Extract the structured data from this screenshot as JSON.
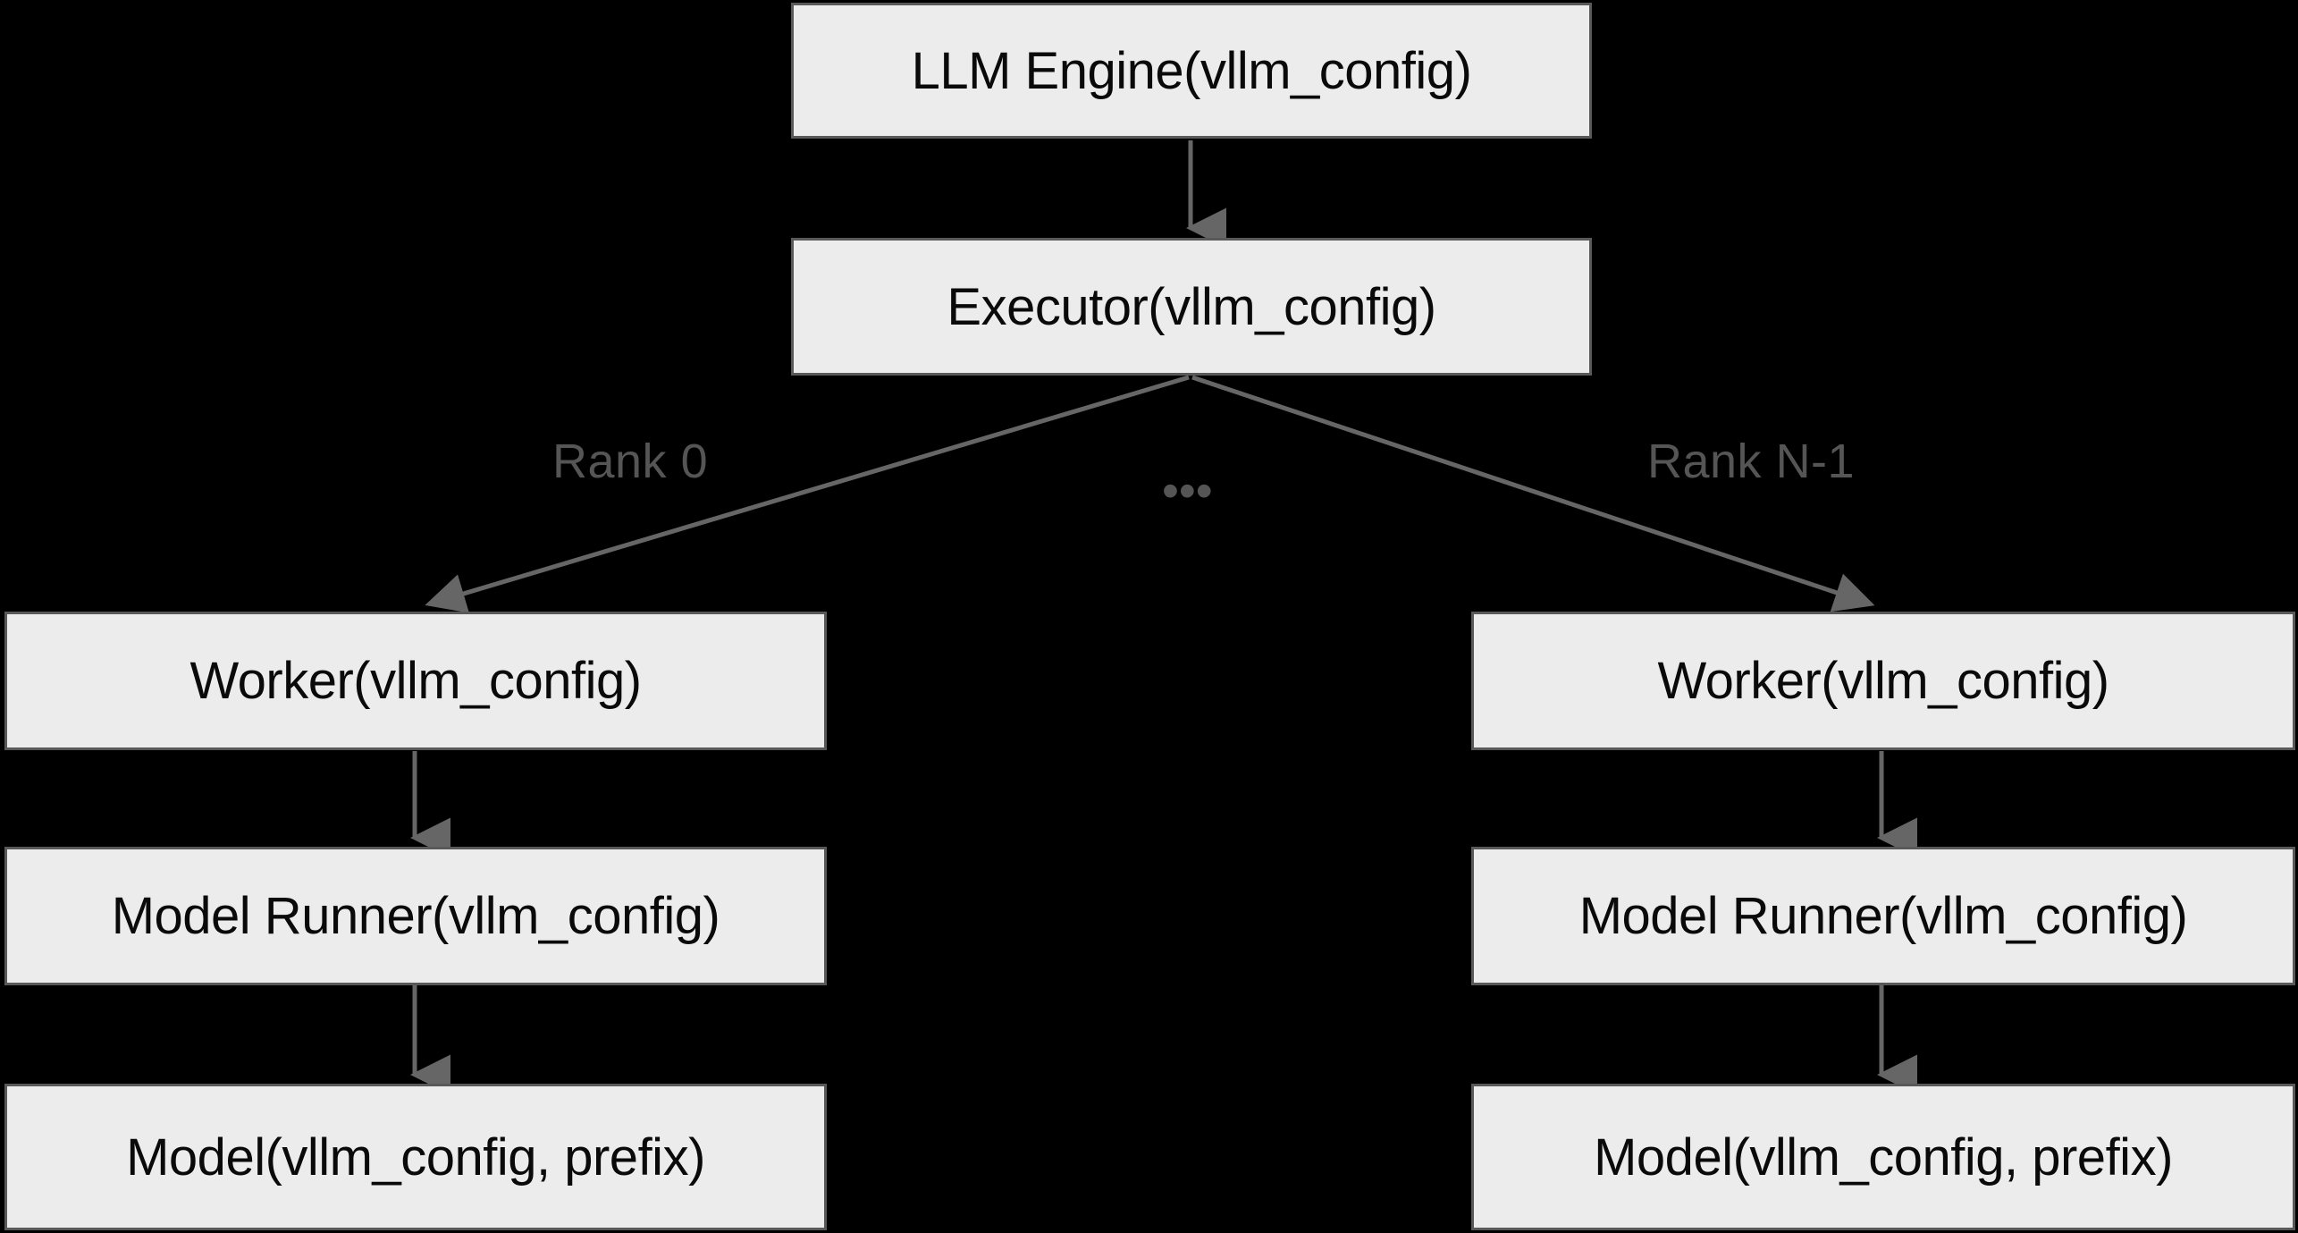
{
  "diagram": {
    "background_color": "#000000",
    "node_fill": "#ececec",
    "node_border": "#595959",
    "node_text_color": "#0a0a0a",
    "edge_color": "#666666",
    "edge_label_color": "#555555",
    "nodes": {
      "llm_engine": "LLM Engine(vllm_config)",
      "executor": "Executor(vllm_config)",
      "worker_left": "Worker(vllm_config)",
      "model_runner_left": "Model Runner(vllm_config)",
      "model_left": "Model(vllm_config, prefix)",
      "worker_right": "Worker(vllm_config)",
      "model_runner_right": "Model Runner(vllm_config)",
      "model_right": "Model(vllm_config, prefix)"
    },
    "edge_labels": {
      "rank_first": "Rank 0",
      "rank_middle": "•••",
      "rank_last": "Rank N-1"
    }
  }
}
